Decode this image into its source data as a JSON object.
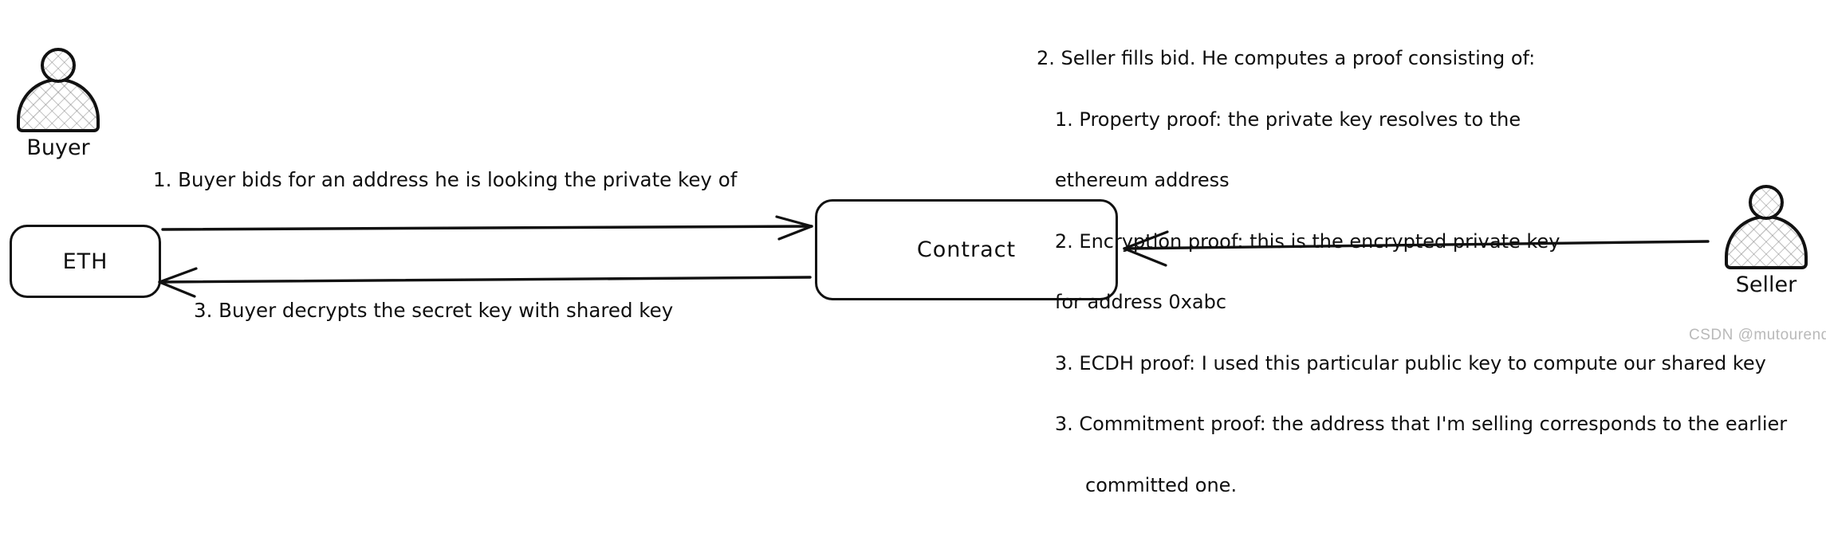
{
  "diagram": {
    "actors": [
      {
        "name": "buyer",
        "label": "Buyer"
      },
      {
        "name": "seller",
        "label": "Seller"
      }
    ],
    "nodes": [
      {
        "name": "eth",
        "label": "ETH"
      },
      {
        "name": "contract",
        "label": "Contract"
      }
    ],
    "edge_labels": {
      "step1": "1. Buyer bids for an address he is looking the private key of",
      "step3": "3. Buyer decrypts the secret key with shared key"
    },
    "note": {
      "lines": [
        "2. Seller fills bid. He computes a proof consisting of:",
        "   1. Property proof: the private key resolves to the",
        "   ethereum address",
        "   2. Encryption proof: this is the encrypted private key",
        "   for address 0xabc",
        "   3. ECDH proof: I used this particular public key to compute our shared key",
        "   3. Commitment proof: the address that I'm selling corresponds to the earlier",
        "        committed one."
      ]
    },
    "watermark": "CSDN @mutourend",
    "colors": {
      "ink": "#111111",
      "background": "#ffffff",
      "hatch": "#828282",
      "watermark": "#b9b9b9"
    }
  }
}
